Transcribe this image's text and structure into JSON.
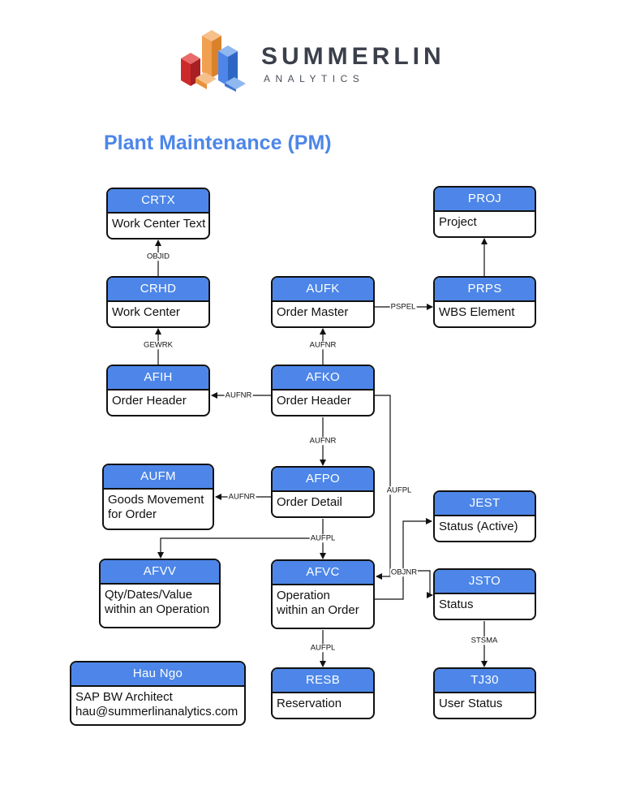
{
  "brand": {
    "name": "SUMMERLIN",
    "sub": "ANALYTICS"
  },
  "title": "Plant Maintenance (PM)",
  "tables": {
    "crtx": {
      "header": "CRTX",
      "desc": "Work Center Text"
    },
    "proj": {
      "header": "PROJ",
      "desc": "Project"
    },
    "crhd": {
      "header": "CRHD",
      "desc": "Work Center"
    },
    "aufk": {
      "header": "AUFK",
      "desc": "Order Master"
    },
    "prps": {
      "header": "PRPS",
      "desc": "WBS Element"
    },
    "afih": {
      "header": "AFIH",
      "desc": "Order Header"
    },
    "afko": {
      "header": "AFKO",
      "desc": "Order Header"
    },
    "aufm": {
      "header": "AUFM",
      "desc_line1": "Goods Movement",
      "desc_line2": "for Order"
    },
    "afpo": {
      "header": "AFPO",
      "desc": "Order Detail"
    },
    "jest": {
      "header": "JEST",
      "desc": "Status (Active)"
    },
    "afvv": {
      "header": "AFVV",
      "desc_line1": "Qty/Dates/Value",
      "desc_line2": "within an Operation"
    },
    "afvc": {
      "header": "AFVC",
      "desc_line1": "Operation",
      "desc_line2": "within an Order"
    },
    "jsto": {
      "header": "JSTO",
      "desc": "Status"
    },
    "resb": {
      "header": "RESB",
      "desc": "Reservation"
    },
    "tj30": {
      "header": "TJ30",
      "desc": "User Status"
    }
  },
  "author": {
    "name": "Hau Ngo",
    "role": "SAP BW Architect",
    "email": "hau@summerlinanalytics.com"
  },
  "links": {
    "objid": "OBJID",
    "gewrk": "GEWRK",
    "aufnr_aufk": "AUFNR",
    "pspel": "PSPEL",
    "aufnr_afih": "AUFNR",
    "aufnr_afpo": "AUFNR",
    "aufpl_afko": "AUFPL",
    "aufnr_aufm": "AUFNR",
    "aufpl_afpo": "AUFPL",
    "objnr": "OBJNR",
    "aufpl_resb": "AUFPL",
    "stsma": "STSMA"
  },
  "colors": {
    "header_blue": "#4d86e8",
    "logo_orange": "#f0a050",
    "logo_red": "#cc2a2a",
    "logo_blue": "#4d86e8"
  }
}
